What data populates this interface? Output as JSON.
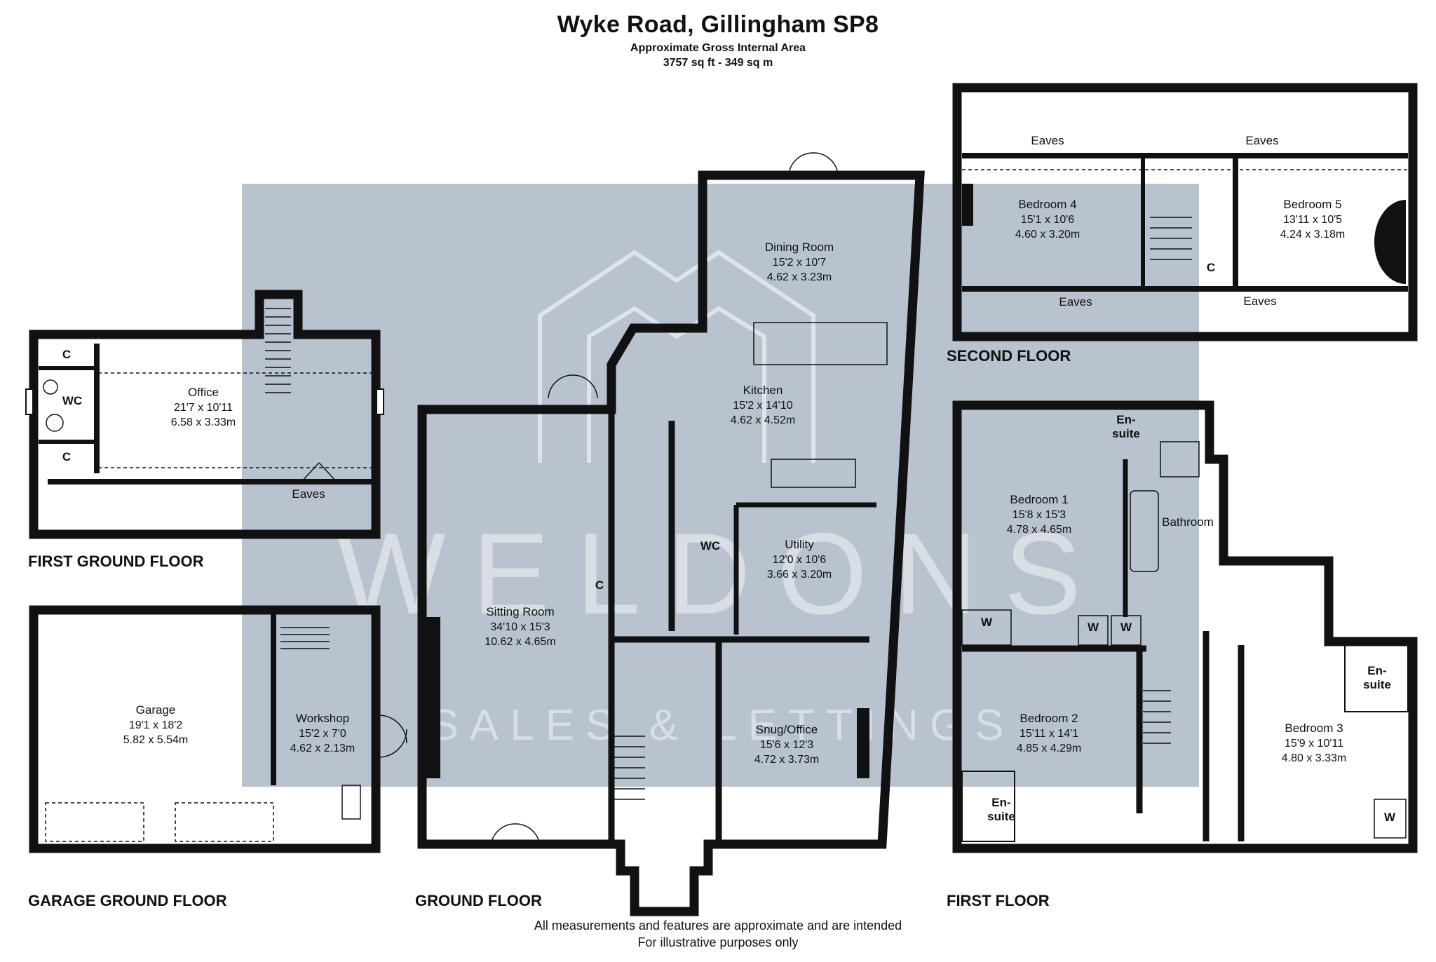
{
  "header": {
    "title": "Wyke Road, Gillingham SP8",
    "subtitle": "Approximate Gross Internal Area",
    "area": "3757 sq ft - 349 sq m"
  },
  "watermark": {
    "brand": "WELDONS",
    "tagline": "SALES & LETTINGS",
    "color": "#b9c3cf"
  },
  "colors": {
    "wall": "#111111",
    "background": "#ffffff"
  },
  "floors": {
    "first_ground": {
      "label": "FIRST GROUND FLOOR",
      "rooms": {
        "office": {
          "name": "Office",
          "imperial": "21'7 x 10'11",
          "metric": "6.58 x 3.33m"
        },
        "wc": {
          "name": "WC"
        },
        "cupboard_top": {
          "name": "C"
        },
        "cupboard_bottom": {
          "name": "C"
        },
        "eaves": {
          "name": "Eaves"
        }
      }
    },
    "garage_ground": {
      "label": "GARAGE GROUND FLOOR",
      "rooms": {
        "garage": {
          "name": "Garage",
          "imperial": "19'1 x 18'2",
          "metric": "5.82 x 5.54m"
        },
        "workshop": {
          "name": "Workshop",
          "imperial": "15'2 x 7'0",
          "metric": "4.62 x 2.13m"
        }
      }
    },
    "ground": {
      "label": "GROUND FLOOR",
      "rooms": {
        "dining": {
          "name": "Dining Room",
          "imperial": "15'2 x 10'7",
          "metric": "4.62 x 3.23m"
        },
        "kitchen": {
          "name": "Kitchen",
          "imperial": "15'2 x 14'10",
          "metric": "4.62 x 4.52m"
        },
        "utility": {
          "name": "Utility",
          "imperial": "12'0 x 10'6",
          "metric": "3.66 x 3.20m"
        },
        "sitting": {
          "name": "Sitting Room",
          "imperial": "34'10 x 15'3",
          "metric": "10.62 x 4.65m"
        },
        "snug": {
          "name": "Snug/Office",
          "imperial": "15'6 x 12'3",
          "metric": "4.72 x 3.73m"
        },
        "wc": {
          "name": "WC"
        },
        "cupboard": {
          "name": "C"
        }
      }
    },
    "second": {
      "label": "SECOND FLOOR",
      "rooms": {
        "bed4": {
          "name": "Bedroom 4",
          "imperial": "15'1 x 10'6",
          "metric": "4.60 x 3.20m"
        },
        "bed5": {
          "name": "Bedroom 5",
          "imperial": "13'11 x 10'5",
          "metric": "4.24 x 3.18m"
        },
        "eaves_tl": {
          "name": "Eaves"
        },
        "eaves_tr": {
          "name": "Eaves"
        },
        "eaves_bl": {
          "name": "Eaves"
        },
        "eaves_br": {
          "name": "Eaves"
        },
        "cupboard": {
          "name": "C"
        }
      }
    },
    "first": {
      "label": "FIRST FLOOR",
      "rooms": {
        "bed1": {
          "name": "Bedroom 1",
          "imperial": "15'8 x 15'3",
          "metric": "4.78 x 4.65m"
        },
        "bed2": {
          "name": "Bedroom 2",
          "imperial": "15'11 x 14'1",
          "metric": "4.85 x 4.29m"
        },
        "bed3": {
          "name": "Bedroom 3",
          "imperial": "15'9 x 10'11",
          "metric": "4.80 x 3.33m"
        },
        "bathroom": {
          "name": "Bathroom"
        },
        "ensuite1": {
          "line1": "En-",
          "line2": "suite"
        },
        "ensuite2": {
          "line1": "En-",
          "line2": "suite"
        },
        "ensuite3": {
          "line1": "En-",
          "line2": "suite"
        },
        "w1": {
          "name": "W"
        },
        "w2": {
          "name": "W"
        },
        "w3": {
          "name": "W"
        },
        "w4": {
          "name": "W"
        }
      }
    }
  },
  "footer": {
    "line1": "All measurements and features are approximate and are intended",
    "line2": "For illustrative purposes only"
  }
}
